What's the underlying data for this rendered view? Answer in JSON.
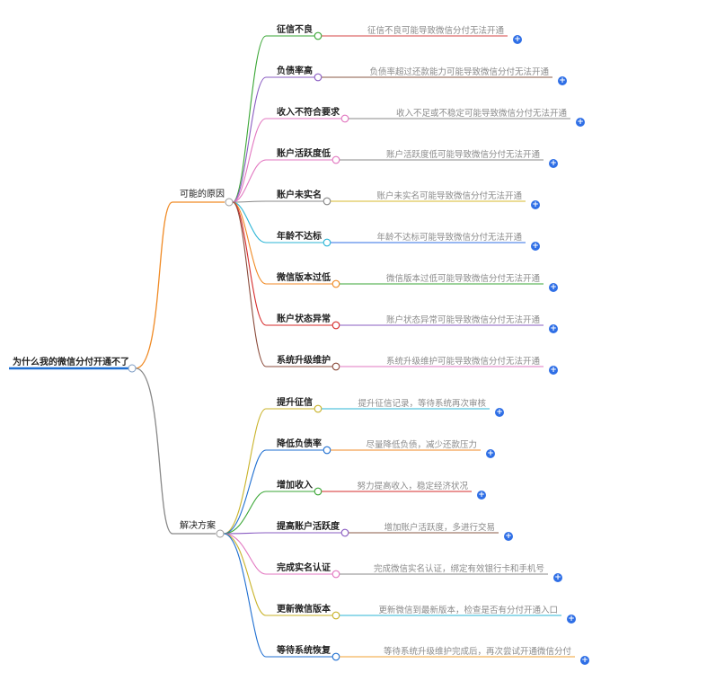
{
  "root": {
    "label": "为什么我的微信分付开通不了",
    "color": "#1f6fd1"
  },
  "branches": [
    {
      "label": "可能的原因",
      "color": "#f08a24",
      "items": [
        {
          "label": "征信不良",
          "desc": "征信不良可能导致微信分付无法开通",
          "color": "#3aa635",
          "line": "#d64545"
        },
        {
          "label": "负债率高",
          "desc": "负债率超过还款能力可能导致微信分付无法开通",
          "color": "#8a5cc2",
          "line": "#8a5a44"
        },
        {
          "label": "收入不符合要求",
          "desc": "收入不足或不稳定可能导致微信分付无法开通",
          "color": "#e277c0",
          "line": "#888888"
        },
        {
          "label": "账户活跃度低",
          "desc": "账户活跃度低可能导致微信分付无法开通",
          "color": "#e277c0",
          "line": "#8a8a8a"
        },
        {
          "label": "账户未实名",
          "desc": "账户未实名可能导致微信分付无法开通",
          "color": "#888888",
          "line": "#d7b92c"
        },
        {
          "label": "年龄不达标",
          "desc": "年龄不达标可能导致微信分付无法开通",
          "color": "#2bb5d6",
          "line": "#2f6fe6"
        },
        {
          "label": "微信版本过低",
          "desc": "微信版本过低可能导致微信分付无法开通",
          "color": "#f08a24",
          "line": "#3aa635"
        },
        {
          "label": "账户状态异常",
          "desc": "账户状态异常可能导致微信分付无法开通",
          "color": "#d62b2b",
          "line": "#8a5cc2"
        },
        {
          "label": "系统升级维护",
          "desc": "系统升级维护可能导致微信分付无法开通",
          "color": "#8a4a3a",
          "line": "#e277c0"
        }
      ]
    },
    {
      "label": "解决方案",
      "color": "#888888",
      "items": [
        {
          "label": "提升征信",
          "desc": "提升征信记录，等待系统再次审核",
          "color": "#c9b32a",
          "line": "#2bb5d6"
        },
        {
          "label": "降低负债率",
          "desc": "尽量降低负债，减少还款压力",
          "color": "#1f6fd1",
          "line": "#f08a24"
        },
        {
          "label": "增加收入",
          "desc": "努力提高收入，稳定经济状况",
          "color": "#3aa635",
          "line": "#d62b2b"
        },
        {
          "label": "提高账户活跃度",
          "desc": "增加账户活跃度，多进行交易",
          "color": "#8a5cc2",
          "line": "#8a5a44"
        },
        {
          "label": "完成实名认证",
          "desc": "完成微信实名认证，绑定有效银行卡和手机号",
          "color": "#e277c0",
          "line": "#888888"
        },
        {
          "label": "更新微信版本",
          "desc": "更新微信到最新版本，检查是否有分付开通入口",
          "color": "#c9b32a",
          "line": "#2bb5d6"
        },
        {
          "label": "等待系统恢复",
          "desc": "等待系统升级维护完成后，再次尝试开通微信分付",
          "color": "#1f6fd1",
          "line": "#f0a030"
        }
      ]
    }
  ]
}
